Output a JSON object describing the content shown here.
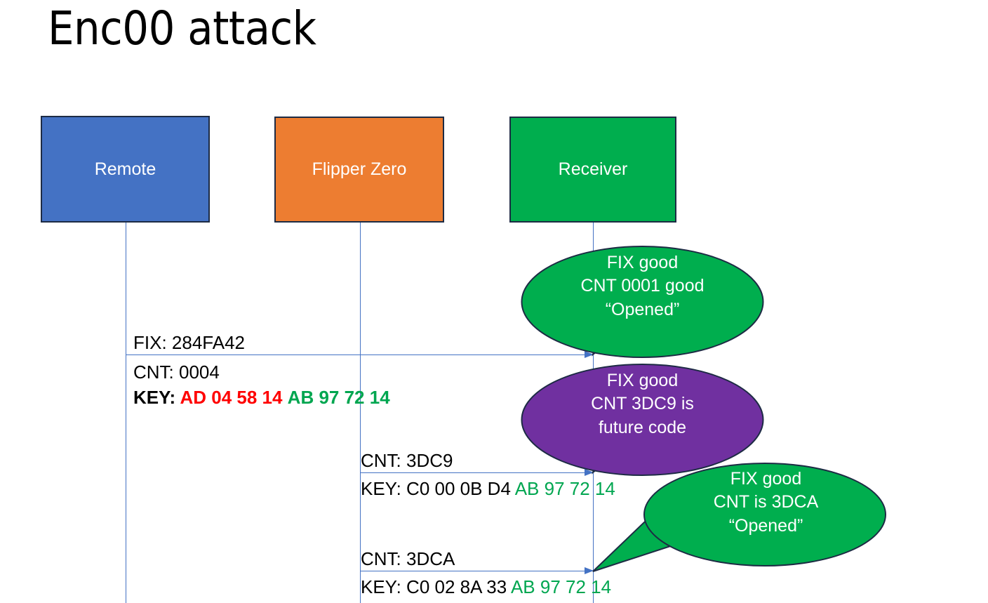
{
  "slide": {
    "title": "Enc00 attack"
  },
  "actors": [
    {
      "id": "remote",
      "label": "Remote",
      "color": "#4472C4"
    },
    {
      "id": "flipper",
      "label": "Flipper Zero",
      "color": "#ED7D31"
    },
    {
      "id": "receiver",
      "label": "Receiver",
      "color": "#00AE4E"
    }
  ],
  "messages": [
    {
      "id": "msg1",
      "from": "remote",
      "to": "receiver",
      "above_label": "FIX: 284FA42",
      "below_label_1": "CNT: 0004",
      "below_label_2_prefix": "KEY: ",
      "below_label_2_red": "AD 04 58 14",
      "below_label_2_green": "AB 97 72 14",
      "bold": true
    },
    {
      "id": "msg2",
      "from": "flipper",
      "to": "receiver",
      "above_label": "CNT: 3DC9",
      "below_label_prefix": "KEY: C0 00 0B D4 ",
      "below_label_green": "AB 97 72 14",
      "bold": false
    },
    {
      "id": "msg3",
      "from": "flipper",
      "to": "receiver",
      "above_label": "CNT: 3DCA",
      "below_label_prefix": "KEY: C0 02 8A 33 ",
      "below_label_green": "AB 97 72 14",
      "bold": false
    }
  ],
  "callouts": [
    {
      "id": "callout1",
      "color": "#00AE4E",
      "line1": "FIX good",
      "line2": "CNT 0001 good",
      "line3": "“Opened”"
    },
    {
      "id": "callout2",
      "color": "#7030A0",
      "line1": "FIX good",
      "line2": "CNT 3DC9 is",
      "line3": "future code"
    },
    {
      "id": "callout3",
      "color": "#00AE4E",
      "line1": "FIX good",
      "line2": "CNT is 3DCA",
      "line3": "“Opened”"
    }
  ],
  "colors": {
    "blue": "#4472C4",
    "orange": "#ED7D31",
    "green": "#00AE4E",
    "purple": "#7030A0",
    "hex_red": "#FF0000",
    "hex_green": "#00A650",
    "outline": "#1d2b44"
  }
}
